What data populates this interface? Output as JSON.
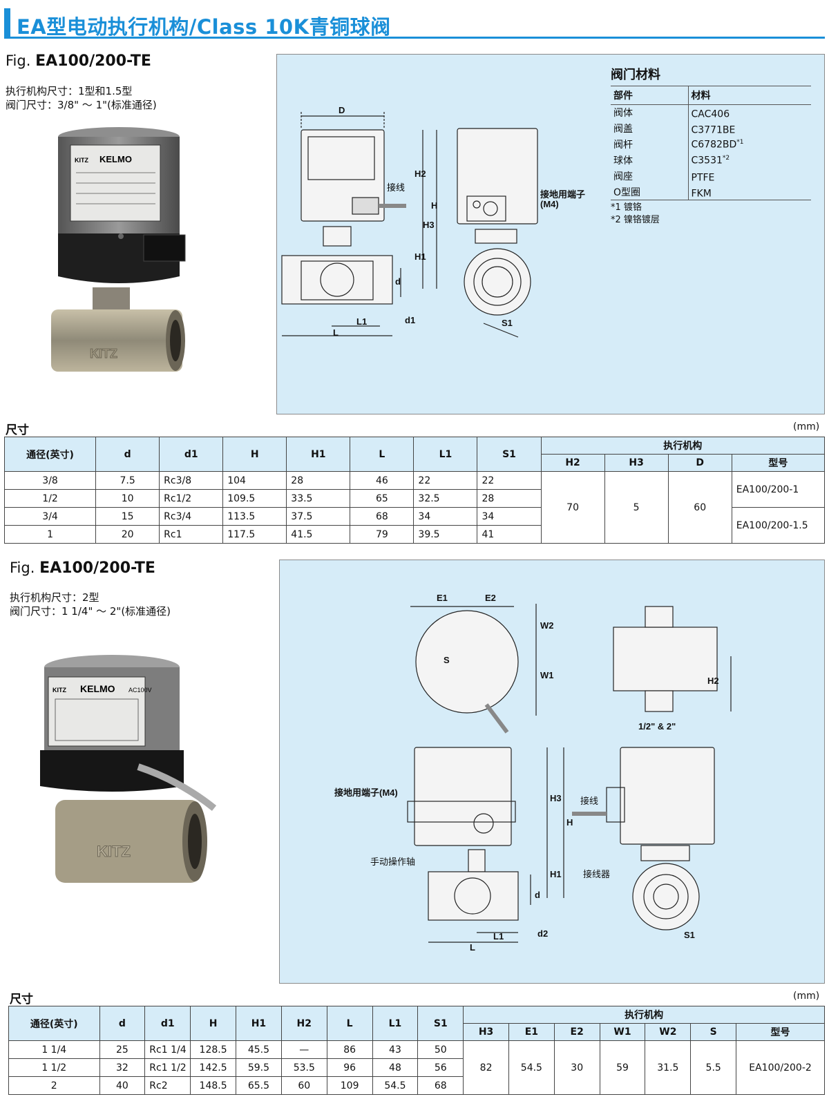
{
  "title": "EA型电动执行机构/Class 10K青铜球阀",
  "section1": {
    "fig_prefix": "Fig.",
    "fig_model": "EA100/200-TE",
    "actuator_size": "执行机构尺寸：1型和1.5型",
    "valve_size": "阀门尺寸：3/8\" ～ 1\"(标准通径)",
    "photo": {
      "brand": "KITZ",
      "product": "KELMO",
      "body_mark": "KITZ"
    },
    "drawing_labels": {
      "D": "D",
      "H2": "H2",
      "H": "H",
      "H3": "H3",
      "H1": "H1",
      "d": "d",
      "d1": "d1",
      "L1": "L1",
      "L": "L",
      "S1": "S1",
      "wiring": "接线",
      "ground": "接地用端子",
      "ground_m4": "(M4)"
    },
    "materials": {
      "title": "阀门材料",
      "col_part": "部件",
      "col_material": "材料",
      "rows": [
        {
          "part": "阀体",
          "material": "CAC406",
          "sup": ""
        },
        {
          "part": "阀盖",
          "material": "C3771BE",
          "sup": ""
        },
        {
          "part": "阀杆",
          "material": "C6782BD",
          "sup": "*1"
        },
        {
          "part": "球体",
          "material": "C3531",
          "sup": "*2"
        },
        {
          "part": "阀座",
          "material": "PTFE",
          "sup": ""
        },
        {
          "part": "O型圈",
          "material": "FKM",
          "sup": ""
        }
      ],
      "notes": [
        "*1 镀铬",
        "*2 镍铬镀层"
      ]
    },
    "dims_label": "尺寸",
    "unit": "(mm)",
    "table": {
      "headers": [
        "通径(英寸)",
        "d",
        "d1",
        "H",
        "H1",
        "L",
        "L1",
        "S1"
      ],
      "actuator_header": "执行机构",
      "actuator_cols": [
        "H2",
        "H3",
        "D",
        "型号"
      ],
      "rows": [
        {
          "size": "3/8",
          "d": "7.5",
          "d1": "Rc3/8",
          "H": "104",
          "H1": "28",
          "L": "46",
          "L1": "22",
          "S1": "22"
        },
        {
          "size": "1/2",
          "d": "10",
          "d1": "Rc1/2",
          "H": "109.5",
          "H1": "33.5",
          "L": "65",
          "L1": "32.5",
          "S1": "28"
        },
        {
          "size": "3/4",
          "d": "15",
          "d1": "Rc3/4",
          "H": "113.5",
          "H1": "37.5",
          "L": "68",
          "L1": "34",
          "S1": "34"
        },
        {
          "size": "1",
          "d": "20",
          "d1": "Rc1",
          "H": "117.5",
          "H1": "41.5",
          "L": "79",
          "L1": "39.5",
          "S1": "41"
        }
      ],
      "H2": "70",
      "H3": "5",
      "D": "60",
      "models": [
        "EA100/200-1",
        "EA100/200-1.5"
      ]
    }
  },
  "section2": {
    "fig_prefix": "Fig.",
    "fig_model": "EA100/200-TE",
    "actuator_size": "执行机构尺寸：2型",
    "valve_size": "阀门尺寸：1 1/4\" ～ 2\"(标准通径)",
    "photo": {
      "brand": "KITZ",
      "product": "KELMO",
      "voltage": "AC100V",
      "body_mark": "KITZ"
    },
    "drawing_labels": {
      "E1": "E1",
      "E2": "E2",
      "W2": "W2",
      "W1": "W1",
      "S": "S",
      "H2": "H2",
      "size_note": "1/2\" & 2\"",
      "ground": "接地用端子(M4)",
      "H3": "H3",
      "H": "H",
      "H1": "H1",
      "wiring": "接线",
      "manual": "手动操作轴",
      "connector": "接线器",
      "d": "d",
      "d2": "d2",
      "L1": "L1",
      "L": "L",
      "S1": "S1"
    },
    "dims_label": "尺寸",
    "unit": "(mm)",
    "table": {
      "headers": [
        "通径(英寸)",
        "d",
        "d1",
        "H",
        "H1",
        "H2",
        "L",
        "L1",
        "S1"
      ],
      "actuator_header": "执行机构",
      "actuator_cols": [
        "H3",
        "E1",
        "E2",
        "W1",
        "W2",
        "S",
        "型号"
      ],
      "rows": [
        {
          "size": "1 1/4",
          "d": "25",
          "d1": "Rc1 1/4",
          "H": "128.5",
          "H1": "45.5",
          "H2": "—",
          "L": "86",
          "L1": "43",
          "S1": "50"
        },
        {
          "size": "1 1/2",
          "d": "32",
          "d1": "Rc1 1/2",
          "H": "142.5",
          "H1": "59.5",
          "H2": "53.5",
          "L": "96",
          "L1": "48",
          "S1": "56"
        },
        {
          "size": "2",
          "d": "40",
          "d1": "Rc2",
          "H": "148.5",
          "H1": "65.5",
          "H2": "60",
          "L": "109",
          "L1": "54.5",
          "S1": "68"
        }
      ],
      "H3": "82",
      "E1": "54.5",
      "E2": "30",
      "W1": "59",
      "W2": "31.5",
      "S": "5.5",
      "model": "EA100/200-2"
    }
  },
  "colors": {
    "accent": "#1a8fd8",
    "panel": "#d6ecf8",
    "table_header": "#d6ecf8"
  }
}
